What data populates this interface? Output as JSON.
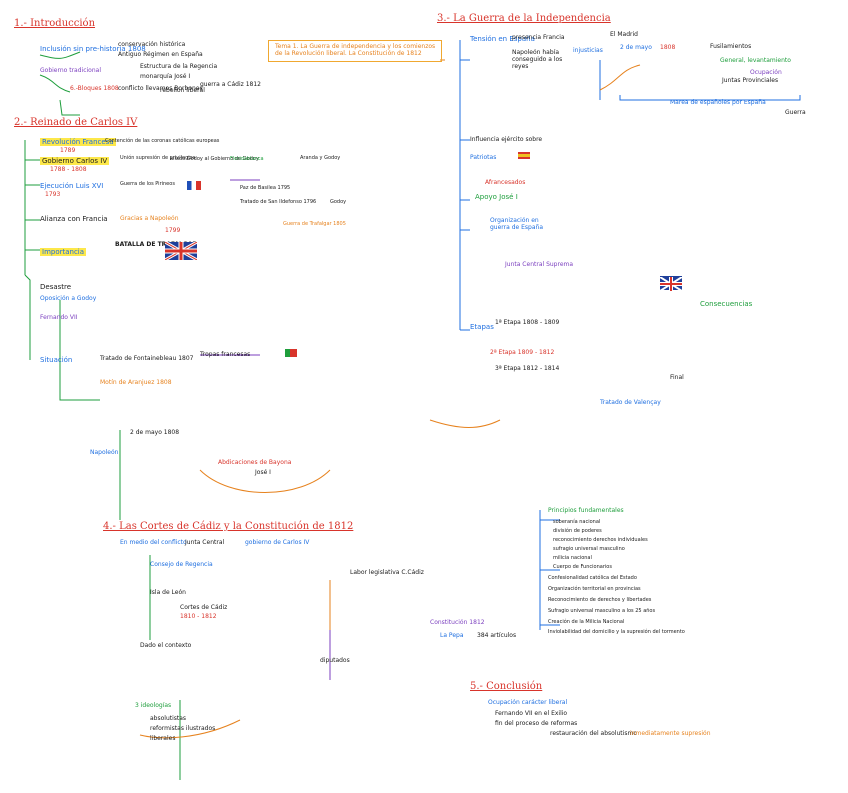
{
  "sections": {
    "s1": "1.- Introducción",
    "s2": "2.- Reinado de Carlos IV",
    "s3": "3.- La Guerra de la Independencia",
    "s4": "4.- Las Cortes de Cádiz y la Constitución de 1812",
    "s5": "5.- Conclusión"
  },
  "title_box": {
    "line1": "Tema 1. La Guerra de independencia y los comienzos",
    "line2": "de la Revolución liberal. La Constitución de 1812"
  },
  "intro": {
    "a1": "Inclusión sin pre-historia 1808",
    "a2": "conservación histórica",
    "a3": "Antiguo Régimen en España",
    "a4": "Gobierno tradicional",
    "a5": "Estructura de la Regencia",
    "a6": "monarquía José I",
    "b1": "6.-Bloques 1808",
    "b2": "conflicto llevamos Borbones",
    "b3": "rebelión liberal",
    "b4": "guerra a Cádiz 1812"
  },
  "carlos": {
    "rev_fr": "Revolución Francesa",
    "rev_fr_date": "1789",
    "rev_fr_note": "Contención de las coronas católicas europeas",
    "gob": "Gobierno Carlos IV",
    "gob_date": "1788 - 1808",
    "gob_note1": "Unión supresión de privilegios",
    "gob_note2": "aliado Godoy al Gobierno de Godoy",
    "gob_note3": "Floridablanca",
    "gob_note4": "Aranda y Godoy",
    "ej": "Ejecución Luis XVI",
    "ej_date": "1793",
    "ej_note": "Guerra de los Pirineos",
    "ej_note2": "Paz de Basilea 1795",
    "ej_note3": "Tratado de San Ildefonso 1796",
    "ej_note4": "Godoy",
    "alianza": "Alianza con Francia",
    "alianza_note": "Gracias a Napoleón",
    "napoleon_date": "1799",
    "alianza_note2": "Guerra de Trafalgar 1805",
    "batalla": "BATALLA DE TRAFALGAR",
    "import": "Importancia",
    "desastre": "Desastre",
    "oposicion": "Oposición a Godoy",
    "fernando": "Fernando VII",
    "situacion": "Situación",
    "tratado": "Tratado de Fontainebleau 1807",
    "tropas": "Tropas francesas",
    "motin": "Motín de Aranjuez 1808",
    "abdicaciones": "Abdicaciones de Bayona",
    "dos_mayo": "2 de mayo 1808",
    "napoleon": "Napoleón",
    "jose": "José I"
  },
  "guerra": {
    "tension": "Tensión en España",
    "tension_note1": "presencia Francia",
    "tension_note2": "Napoleón había conseguido a los reyes",
    "injusticias": "injusticias",
    "el_madrid": "El Madrid",
    "dos_mayo": "2 de mayo",
    "fecha": "1808",
    "fusilam": "Fusilamientos",
    "general": "General, levantamiento",
    "juntas": "Juntas Provinciales",
    "ocupacion": "Ocupación",
    "marea": "Marea de españoles por España",
    "guerra": "Guerra",
    "infl": "Influencia ejército sobre",
    "patriotas": "Patriotas",
    "afrancesados": "Afrancesados",
    "apoyo": "Apoyo José I",
    "organiz": "Organización en guerra de España",
    "junta_central": "Junta Central Suprema",
    "etapas": "Etapas",
    "etapa1": "1ª Etapa 1808 - 1809",
    "etapa2": "2ª Etapa 1809 - 1812",
    "etapa3": "3ª Etapa 1812 - 1814",
    "consecuencias": "Consecuencias",
    "final": "Final",
    "tratado_valencay": "Tratado de Valençay"
  },
  "cortes": {
    "medio": "En medio del conflicto",
    "junta": "Junta Central",
    "gobierno": "gobierno de Carlos IV",
    "consejo": "Consejo de Regencia",
    "isla": "Isla de León",
    "cortes_cadiz": "Cortes de Cádiz",
    "cortes_date": "1810 - 1812",
    "dado": "Dado el contexto",
    "diputados": "diputados",
    "ideologias": "3 ideologías",
    "absolutistas": "absolutistas",
    "reformistas": "reformistas ilustrados",
    "liberales": "liberales",
    "obra": "Labor legislativa C.Cádiz",
    "constitucion": "Constitución 1812",
    "art": "384 artículos",
    "pepa": "La Pepa",
    "principios": "Principios fundamentales",
    "p1": "soberanía nacional",
    "p2": "división de poderes",
    "p3": "reconocimiento derechos individuales",
    "p4": "sufragio universal masculino",
    "p5": "milicia nacional",
    "p6": "Cuerpo de Funcionarios",
    "p7": "Confesionalidad católica del Estado",
    "p8": "Organización territorial en provincias",
    "p9": "Reconocimiento de derechos y libertades",
    "p10": "Sufragio universal masculino a los 25 años",
    "p11": "Creación de la Milicia Nacional",
    "p12": "Inviolabilidad del domicilio y la supresión del tormento"
  },
  "conclusion": {
    "c1": "Ocupación carácter liberal",
    "c2": "Fernando VII en el Exilio",
    "c3": "fin del proceso de reformas",
    "c4": "restauración del absolutismo",
    "c5": "inmediatamente supresión"
  },
  "colors": {
    "heading": "#d8342b",
    "highlight": "#fde84a",
    "blue": "#1f6fe0",
    "green": "#1e9e3c",
    "orange": "#e6821e",
    "purple": "#7b3fbf"
  }
}
